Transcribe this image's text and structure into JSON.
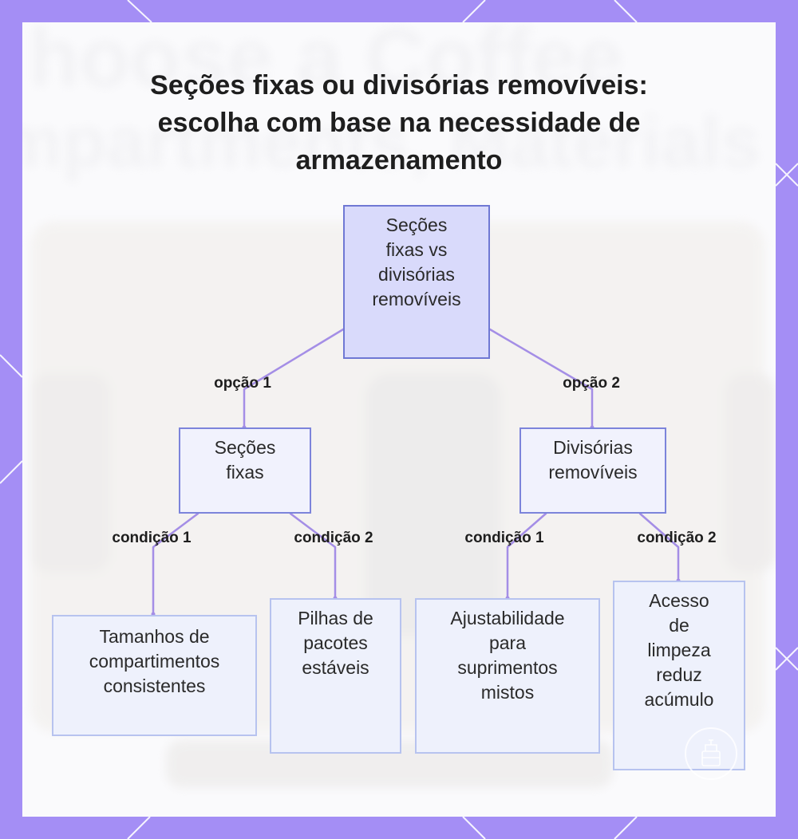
{
  "title": "Seções fixas ou divisórias removíveis: escolha com base na necessidade de armazenamento",
  "colors": {
    "frame": "#a48ef5",
    "panel": "#fafafc",
    "connector": "#a48ee6",
    "root_fill": "#d9dafb",
    "root_border": "#6f78d4",
    "node_fill": "#f1f2fd",
    "node_border": "#7c84db",
    "leaf_fill": "#eef1fc",
    "leaf_border": "#b7c3ef"
  },
  "background_text": {
    "line1": "hoose a Coffee",
    "line2": "mpartments, Materials"
  },
  "diagram": {
    "root": {
      "label": "Seções\nfixas vs\ndivisórias\nremovíveis"
    },
    "left": {
      "edge_label": "opção 1",
      "label": "Seções\nfixas"
    },
    "right": {
      "edge_label": "opção 2",
      "label": "Divisórias\nremovíveis"
    },
    "leaves": [
      {
        "edge_label": "condição 1",
        "label": "Tamanhos de\ncompartimentos\nconsistentes"
      },
      {
        "edge_label": "condição 2",
        "label": "Pilhas de\npacotes\nestáveis"
      },
      {
        "edge_label": "condição 1",
        "label": "Ajustabilidade\npara\nsuprimentos\nmistos"
      },
      {
        "edge_label": "condição 2",
        "label": "Acesso\nde\nlimpeza\nreduz\nacúmulo"
      }
    ]
  },
  "badge_icon": "napkin-logo-icon"
}
